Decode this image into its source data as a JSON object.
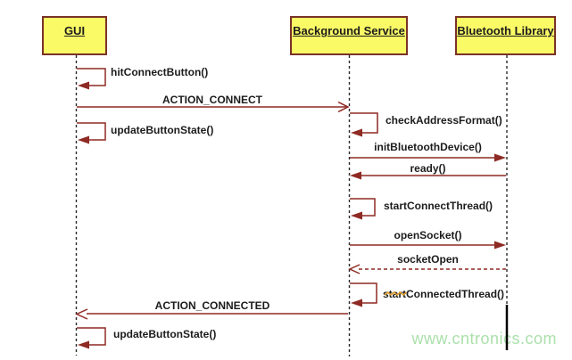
{
  "actors": [
    {
      "id": "gui",
      "label": "GUI"
    },
    {
      "id": "background-service",
      "label": "Background Service"
    },
    {
      "id": "bluetooth-library",
      "label": "Bluetooth Library"
    }
  ],
  "messages": [
    {
      "id": "hit-connect-button",
      "label": "hitConnectButton()",
      "type": "self",
      "from": "gui",
      "to": "gui"
    },
    {
      "id": "action-connect",
      "label": "ACTION_CONNECT",
      "type": "solid-open",
      "from": "gui",
      "to": "background-service"
    },
    {
      "id": "update-button-state-1",
      "label": "updateButtonState()",
      "type": "self",
      "from": "gui",
      "to": "gui"
    },
    {
      "id": "check-address-format",
      "label": "checkAddressFormat()",
      "type": "self",
      "from": "background-service",
      "to": "background-service"
    },
    {
      "id": "init-bluetooth-device",
      "label": "initBluetoothDevice()",
      "type": "solid-filled",
      "from": "background-service",
      "to": "bluetooth-library"
    },
    {
      "id": "ready",
      "label": "ready()",
      "type": "solid-filled",
      "from": "bluetooth-library",
      "to": "background-service"
    },
    {
      "id": "start-connect-thread",
      "label": "startConnectThread()",
      "type": "self",
      "from": "background-service",
      "to": "background-service"
    },
    {
      "id": "open-socket",
      "label": "openSocket()",
      "type": "solid-filled",
      "from": "background-service",
      "to": "bluetooth-library"
    },
    {
      "id": "socket-open",
      "label": "socketOpen",
      "type": "dashed-open",
      "from": "bluetooth-library",
      "to": "background-service"
    },
    {
      "id": "start-connected-thread",
      "label": "startConnectedThread()",
      "type": "self",
      "from": "background-service",
      "to": "background-service"
    },
    {
      "id": "action-connected",
      "label": "ACTION_CONNECTED",
      "type": "solid-open",
      "from": "background-service",
      "to": "gui"
    },
    {
      "id": "update-button-state-2",
      "label": "updateButtonState()",
      "type": "self",
      "from": "gui",
      "to": "gui"
    }
  ],
  "watermark": "www.cntronics.com",
  "colors": {
    "actor_fill": "#fafa66",
    "actor_border": "#7a3226",
    "arrow_line": "#8e2a23",
    "lifeline": "#2a2a2a",
    "message_text": "#1c1c1c",
    "watermark_text": "#abe0ab",
    "spellcheck_squiggle": "#df9c2e",
    "cursor_artifact": "#000000"
  }
}
